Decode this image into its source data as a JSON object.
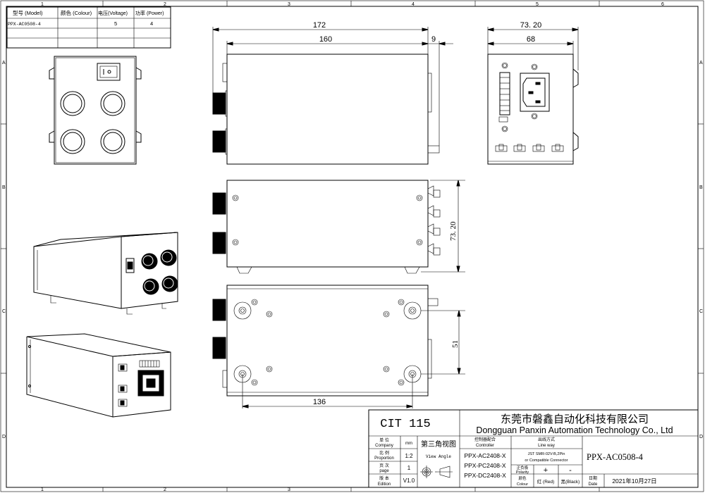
{
  "frame": {
    "columns": [
      "1",
      "2",
      "3",
      "4",
      "5",
      "6"
    ],
    "rows": [
      "A",
      "B",
      "C",
      "D"
    ]
  },
  "spec_table": {
    "headers": [
      "型号 (Model)",
      "颜色 (Colour)",
      "电压(Voltage)",
      "功率 (Power)"
    ],
    "rows": [
      [
        "PPX-AC0508-4",
        "",
        "5",
        "4"
      ],
      [
        "",
        "",
        "",
        ""
      ],
      [
        "",
        "",
        "",
        ""
      ]
    ]
  },
  "dimensions": {
    "overall_length": "172",
    "body_length": "160",
    "connector_protrusion": "9",
    "overall_width": "73. 20",
    "body_width": "68",
    "height": "73. 20",
    "mount_spacing_y": "51",
    "mount_spacing_x": "136"
  },
  "title_block": {
    "drawing_code": "CIT 115",
    "company_cn": "东莞市磐鑫自动化科技有限公司",
    "company_en": "Dongguan Panxin Automation Technology Co., Ltd",
    "unit_label_cn": "单 位",
    "unit_label_en": "Company",
    "unit_value": "mm",
    "scale_label_cn": "比 例",
    "scale_label_en": "Proportion",
    "scale_value": "1:2",
    "page_label_cn": "页 次",
    "page_label_en": "page",
    "page_value": "1",
    "edition_label_cn": "版 本",
    "edition_label_en": "Edition",
    "edition_value": "V1.0",
    "view_cn": "第三角视图",
    "view_en": "View Angle",
    "controller_label_cn": "控制器配合",
    "controller_label_en": "Controller",
    "controllers": [
      "PPX-AC2408-X",
      "PPX-PC2408-X",
      "PPX-DC2408-X"
    ],
    "lineway_label_cn": "出线方式",
    "lineway_label_en": "Line way",
    "lineway_value_1": "JST SMR-02V-B,2Pin",
    "lineway_value_2": "or Compatible Connector",
    "polarity_label_cn": "正负极",
    "polarity_label_en": "Polarity",
    "polarity_pos": "+",
    "polarity_neg": "-",
    "colour_label_cn": "颜色",
    "colour_label_en": "Colour",
    "colour_pos": "红 (Red)",
    "colour_neg": "黑(Black)",
    "model": "PPX-AC0508-4",
    "date_label_cn": "日期",
    "date_label_en": "Date",
    "date_value": "2021年10月27日"
  }
}
